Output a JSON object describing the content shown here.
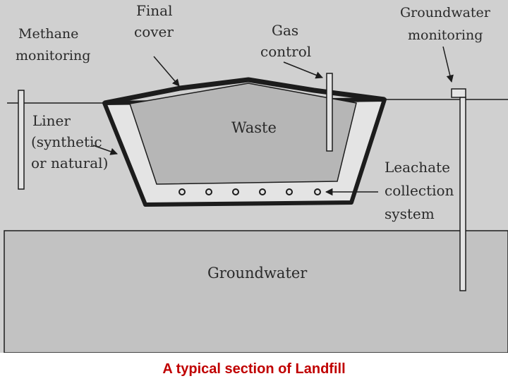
{
  "caption": "A typical section of Landfill",
  "labels": {
    "methane_1": "Methane",
    "methane_2": "monitoring",
    "final_1": "Final",
    "final_2": "cover",
    "gas_1": "Gas",
    "gas_2": "control",
    "gw_mon_1": "Groundwater",
    "gw_mon_2": "monitoring",
    "liner_1": "Liner",
    "liner_2": "(synthetic",
    "liner_3": "or natural)",
    "waste": "Waste",
    "leachate_1": "Leachate",
    "leachate_2": "collection",
    "leachate_3": "system",
    "groundwater": "Groundwater"
  },
  "colors": {
    "background": "#d0d0d0",
    "liner_fill": "#e4e4e4",
    "waste_fill": "#b6b6b6",
    "groundwater_fill": "#c2c2c2",
    "ink": "#1c1c1c",
    "caption": "#c00000"
  }
}
